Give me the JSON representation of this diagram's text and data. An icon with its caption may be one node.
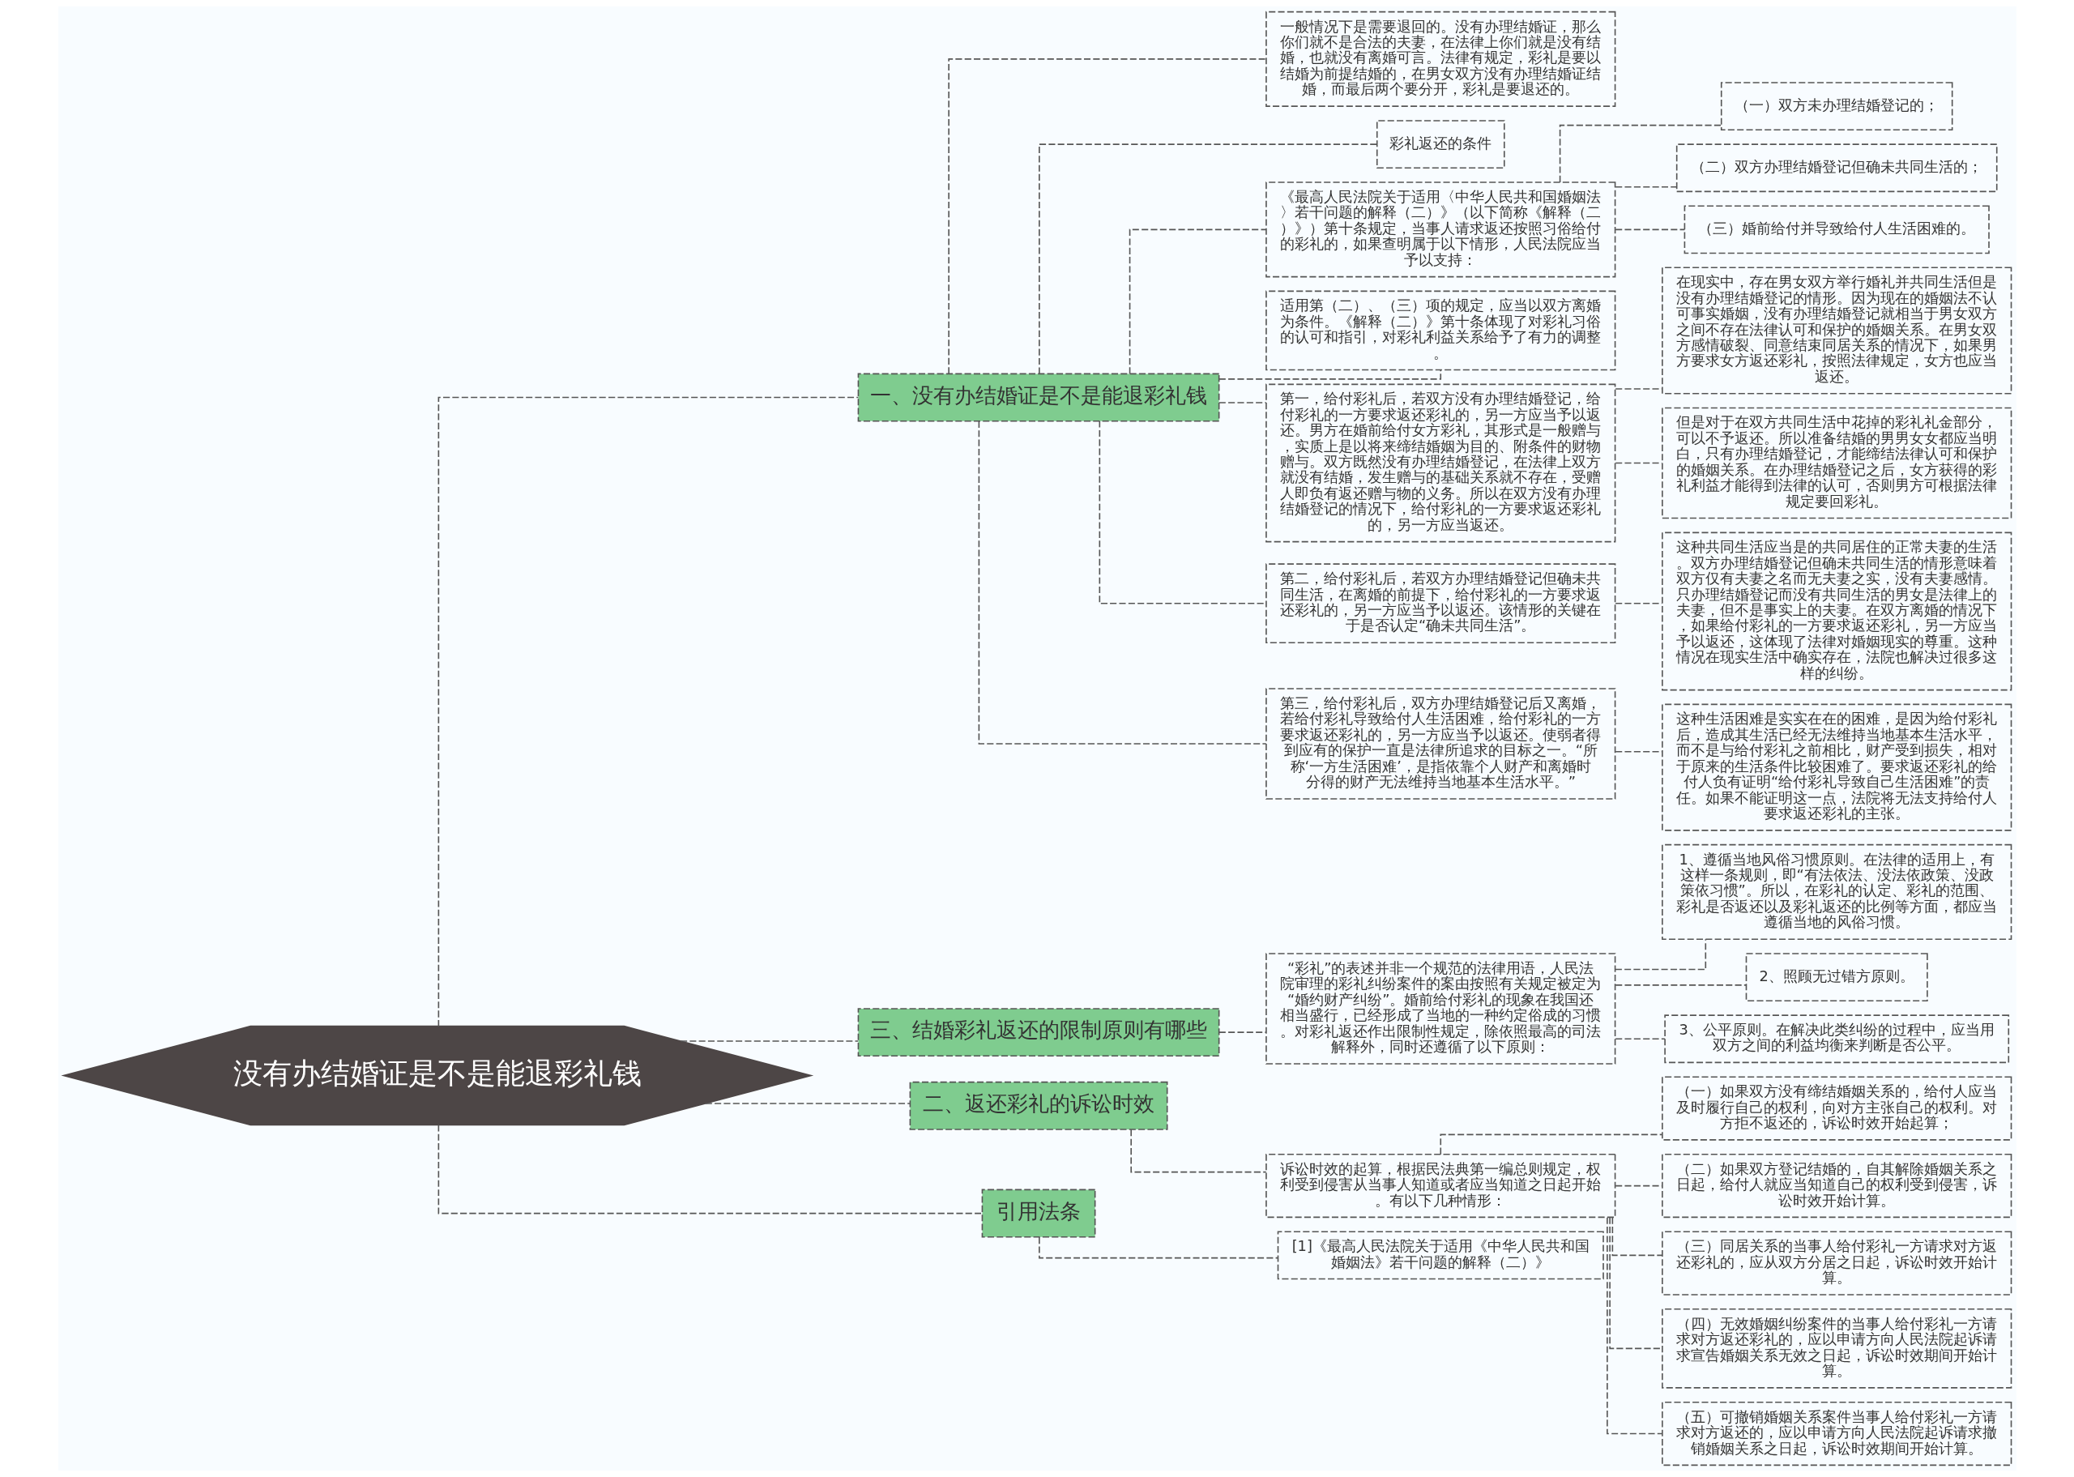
{
  "diagram": {
    "nodes": [
      {
        "text": [
          "没有办结婚证是不是能退彩礼钱"
        ]
      },
      {
        "text": [
          "一、没有办结婚证是不是能退彩礼钱"
        ]
      },
      {
        "text": [
          "一般情况下是需要退回的。没有办理结婚证，那么你们就不是合法的夫妻，在法律上你们就是没有结婚，也就没有离婚可言。法律有规定，彩礼是要以结婚为前提结婚的，在男女双方没有办理结婚证结婚，而最后两个要分开，彩礼是要退还的。"
        ]
      },
      {
        "text": [
          "彩礼返还的条件"
        ]
      },
      {
        "text": [
          "《最高人民法院关于适用〈中华人民共和国婚姻法〉若干问题的解释（二）》（以下简称《解释（二）》）第十条规定，当事人请求返还按照习俗给付的彩礼的，如果查明属于以下情形，人民法院应当予以支持："
        ]
      },
      {
        "text": [
          "（一）双方未办理结婚登记的；"
        ]
      },
      {
        "text": [
          "（二）双方办理结婚登记但确未共同生活的；"
        ]
      },
      {
        "text": [
          "（三）婚前给付并导致给付人生活困难的。"
        ]
      },
      {
        "text": [
          "适用第（二）、（三）项的规定，应当以双方离婚为条件。《解释（二）》第十条体现了对彩礼习俗的认可和指引，对彩礼利益关系给予了有力的调整。"
        ]
      },
      {
        "text": [
          "第一，给付彩礼后，若双方没有办理结婚登记，给付彩礼的一方要求返还彩礼的，另一方应当予以返还。男方在婚前给付女方彩礼，其形式是一般赠与，实质上是以将来缔结婚姻为目的、附条件的财物赠与。双方既然没有办理结婚登记，在法律上双方就没有结婚，发生赠与的基础关系就不存在，受赠人即负有返还赠与物的义务。所以在双方没有办理结婚登记的情况下，给付彩礼的一方要求返还彩礼的，另一方应当返还。"
        ]
      },
      {
        "text": [
          "在现实中，存在男女双方举行婚礼并共同生活但是没有办理结婚登记的情形。因为现在的婚姻法不认可事实婚姻，没有办理结婚登记就相当于男女双方之间不存在法律认可和保护的婚姻关系。在男女双方感情破裂、同意结束同居关系的情况下，如果男方要求女方返还彩礼，按照法律规定，女方也应当返还。"
        ]
      },
      {
        "text": [
          "但是对于在双方共同生活中花掉的彩礼礼金部分，可以不予返还。所以准备结婚的男男女女都应当明白，只有办理结婚登记，才能缔结法律认可和保护的婚姻关系。在办理结婚登记之后，女方获得的彩礼利益才能得到法律的认可，否则男方可根据法律规定要回彩礼。"
        ]
      },
      {
        "text": [
          "第二，给付彩礼后，若双方办理结婚登记但确未共同生活，在离婚的前提下，给付彩礼的一方要求返还彩礼的，另一方应当予以返还。该情形的关键在于是否认定“确未共同生活”。"
        ]
      },
      {
        "text": [
          "这种共同生活应当是的共同居住的正常夫妻的生活。双方办理结婚登记但确未共同生活的情形意味着双方仅有夫妻之名而无夫妻之实，没有夫妻感情。只办理结婚登记而没有共同生活的男女是法律上的夫妻，但不是事实上的夫妻。在双方离婚的情况下，如果给付彩礼的一方要求返还彩礼，另一方应当予以返还，这体现了法律对婚姻现实的尊重。这种情况在现实生活中确实存在，法院也解决过很多这样的纠纷。"
        ]
      },
      {
        "text": [
          "第三，给付彩礼后，双方办理结婚登记后又离婚，若给付彩礼导致给付人生活困难，给付彩礼的一方要求返还彩礼的，另一方应当予以返还。使弱者得到应有的保护一直是法律所追求的目标之一。“所称‘一方生活困难’，是指依靠个人财产和离婚时分得的财产无法维持当地基本生活水平。”"
        ]
      },
      {
        "text": [
          "这种生活困难是实实在在的困难，是因为给付彩礼后，造成其生活已经无法维持当地基本生活水平，而不是与给付彩礼之前相比，财产受到损失，相对于原来的生活条件比较困难了。要求返还彩礼的给付人负有证明“给付彩礼导致自己生活困难”的责任。如果不能证明这一点，法院将无法支持给付人要求返还彩礼的主张。"
        ]
      },
      {
        "text": [
          "三、结婚彩礼返还的限制原则有哪些"
        ]
      },
      {
        "text": [
          "“彩礼”的表述并非一个规范的法律用语，人民法院审理的彩礼纠纷案件的案由按照有关规定被定为“婚约财产纠纷”。婚前给付彩礼的现象在我国还相当盛行，已经形成了当地的一种约定俗成的习惯。对彩礼返还作出限制性规定，除依照最高的司法解释外，同时还遵循了以下原则："
        ]
      },
      {
        "text": [
          "1、遵循当地风俗习惯原则。在法律的适用上，有这样一条规则，即“有法依法、没法依政策、没政策依习惯”。所以，在彩礼的认定、彩礼的范围、彩礼是否返还以及彩礼返还的比例等方面，都应当遵循当地的风俗习惯。"
        ]
      },
      {
        "text": [
          "2、照顾无过错方原则。"
        ]
      },
      {
        "text": [
          "3、公平原则。在解决此类纠纷的过程中，应当用双方之间的利益均衡来判断是否公平。"
        ]
      },
      {
        "text": [
          "二、返还彩礼的诉讼时效"
        ]
      },
      {
        "text": [
          "诉讼时效的起算，根据民法典第一编总则规定，权利受到侵害从当事人知道或者应当知道之日起开始。有以下几种情形："
        ]
      },
      {
        "text": [
          "（一）如果双方没有缔结婚姻关系的，给付人应当及时履行自己的权利，向对方主张自己的权利。对方拒不返还的，诉讼时效开始起算；"
        ]
      },
      {
        "text": [
          "（二）如果双方登记结婚的，自其解除婚姻关系之日起，给付人就应当知道自己的权利受到侵害，诉讼时效开始计算。"
        ]
      },
      {
        "text": [
          "（三）同居关系的当事人给付彩礼一方请求对方返还彩礼的，应从双方分居之日起，诉讼时效开始计算。"
        ]
      },
      {
        "text": [
          "（四）无效婚姻纠纷案件的当事人给付彩礼一方请求对方返还彩礼的，应以申请方向人民法院起诉请求宣告婚姻关系无效之日起，诉讼时效期间开始计算。"
        ]
      },
      {
        "text": [
          "（五）可撤销婚姻关系案件当事人给付彩礼一方请求对方返还的，应以申请方向人民法院起诉请求撤销婚姻关系之日起，诉讼时效期间开始计算。"
        ]
      },
      {
        "text": [
          "引用法条"
        ]
      },
      {
        "text": [
          "[1]《最高人民法院关于适用《中华人民共和国婚姻法》若干问题的解释（二）》"
        ]
      }
    ],
    "edges": [
      {
        "from": 0,
        "to": 1,
        "arrow": "none",
        "style": "dashed"
      },
      {
        "from": 1,
        "to": 2,
        "arrow": "none",
        "style": "dashed"
      },
      {
        "from": 1,
        "to": 3,
        "arrow": "none",
        "style": "dashed"
      },
      {
        "from": 1,
        "to": 4,
        "arrow": "none",
        "style": "dashed"
      },
      {
        "from": 4,
        "to": 5,
        "arrow": "none",
        "style": "dashed"
      },
      {
        "from": 4,
        "to": 6,
        "arrow": "none",
        "style": "dashed"
      },
      {
        "from": 4,
        "to": 7,
        "arrow": "none",
        "style": "dashed"
      },
      {
        "from": 1,
        "to": 8,
        "arrow": "none",
        "style": "dashed"
      },
      {
        "from": 1,
        "to": 9,
        "arrow": "none",
        "style": "dashed"
      },
      {
        "from": 9,
        "to": 10,
        "arrow": "none",
        "style": "dashed"
      },
      {
        "from": 9,
        "to": 11,
        "arrow": "none",
        "style": "dashed"
      },
      {
        "from": 1,
        "to": 12,
        "arrow": "none",
        "style": "dashed"
      },
      {
        "from": 12,
        "to": 13,
        "arrow": "none",
        "style": "dashed"
      },
      {
        "from": 1,
        "to": 14,
        "arrow": "none",
        "style": "dashed"
      },
      {
        "from": 14,
        "to": 15,
        "arrow": "none",
        "style": "dashed"
      },
      {
        "from": 0,
        "to": 16,
        "arrow": "none",
        "style": "dashed"
      },
      {
        "from": 16,
        "to": 17,
        "arrow": "none",
        "style": "dashed"
      },
      {
        "from": 17,
        "to": 18,
        "arrow": "none",
        "style": "dashed"
      },
      {
        "from": 17,
        "to": 19,
        "arrow": "none",
        "style": "dashed"
      },
      {
        "from": 17,
        "to": 20,
        "arrow": "none",
        "style": "dashed"
      },
      {
        "from": 0,
        "to": 21,
        "arrow": "none",
        "style": "dashed"
      },
      {
        "from": 21,
        "to": 22,
        "arrow": "none",
        "style": "dashed"
      },
      {
        "from": 22,
        "to": 23,
        "arrow": "none",
        "style": "dashed"
      },
      {
        "from": 22,
        "to": 24,
        "arrow": "none",
        "style": "dashed"
      },
      {
        "from": 22,
        "to": 25,
        "arrow": "none",
        "style": "dashed"
      },
      {
        "from": 22,
        "to": 26,
        "arrow": "none",
        "style": "dashed"
      },
      {
        "from": 22,
        "to": 27,
        "arrow": "none",
        "style": "dashed"
      },
      {
        "from": 0,
        "to": 28,
        "arrow": "none",
        "style": "dashed"
      },
      {
        "from": 28,
        "to": 29,
        "arrow": "none",
        "style": "dashed"
      }
    ]
  }
}
